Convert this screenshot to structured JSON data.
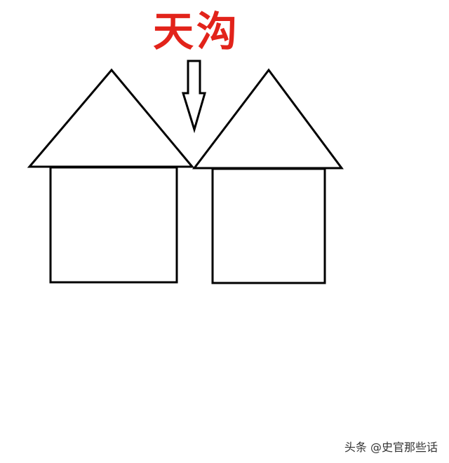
{
  "title": "天沟",
  "watermark": "头条 @史官那些话",
  "colors": {
    "title": "#e2231a",
    "stroke": "#000000",
    "background": "#ffffff"
  },
  "shapes": {
    "left_house": [
      "roof-triangle",
      "wall-square"
    ],
    "right_house": [
      "roof-triangle",
      "wall-square"
    ],
    "pointer": "down-arrow"
  }
}
